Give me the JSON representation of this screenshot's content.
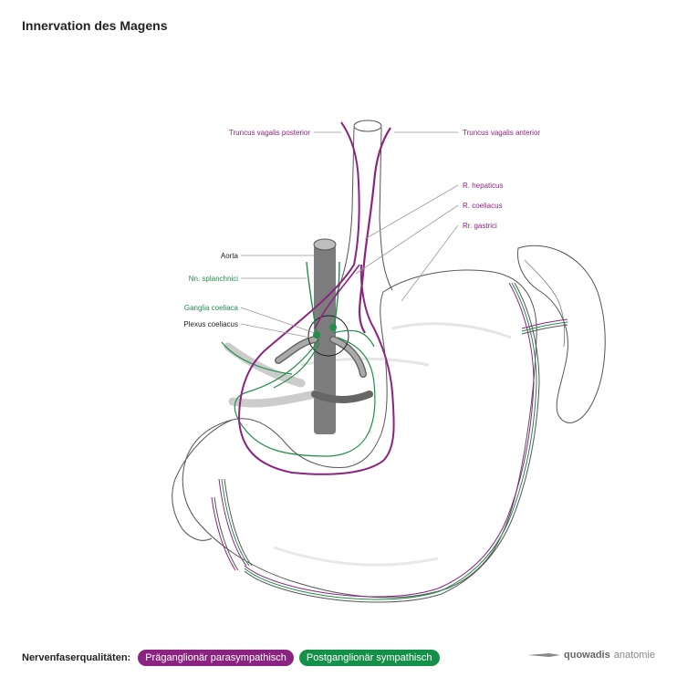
{
  "title": "Innervation des Magens",
  "labels": {
    "truncus_posterior": "Truncus vagalis posterior",
    "truncus_anterior": "Truncus vagalis anterior",
    "r_hepaticus": "R. hepaticus",
    "r_coeliacus": "R. coeliacus",
    "rr_gastrici": "Rr. gastrici",
    "aorta": "Aorta",
    "nn_splanchnici": "Nn. splanchnici",
    "ganglia_coeliaca": "Ganglia coeliaca",
    "plexus_coeliacus": "Plexus coeliacus"
  },
  "legend": {
    "title": "Nervenfaserqualitäten:",
    "parasympathetic": "Präganglionär parasympathisch",
    "sympathetic": "Postganglionär sympathisch"
  },
  "brand": {
    "name": "quowadis",
    "suffix": "anatomie"
  },
  "colors": {
    "parasympathetic": "#8b2480",
    "sympathetic": "#1f8f49",
    "structure": "#555555"
  }
}
